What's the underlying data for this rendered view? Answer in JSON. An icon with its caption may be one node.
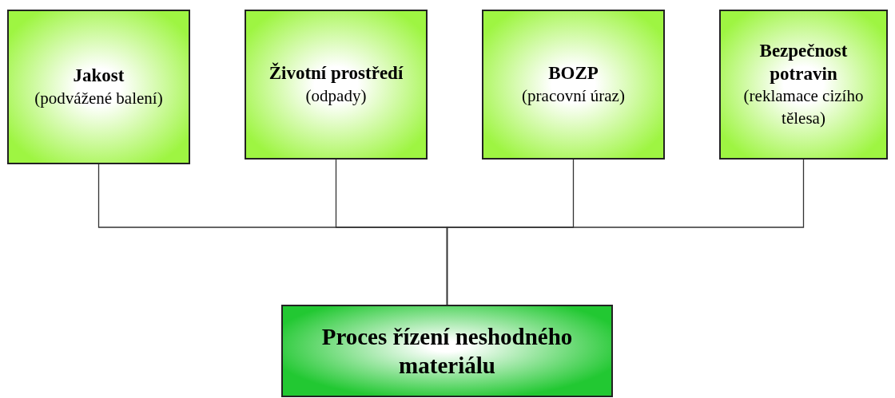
{
  "diagram": {
    "nodes": [
      {
        "text": [
          "Jakost",
          "(podvážené balení)"
        ]
      },
      {
        "text": [
          "Životní prostředí",
          "(odpady)"
        ]
      },
      {
        "text": [
          "BOZP",
          "(pracovní úraz)"
        ]
      },
      {
        "text": [
          "Bezpečnost potravin",
          "(reklamace cizího tělesa)"
        ]
      },
      {
        "text": [
          "Proces řízení neshodného materiálu"
        ]
      }
    ],
    "edges": [
      {
        "from": 0,
        "to": 4,
        "arrow": "none"
      },
      {
        "from": 1,
        "to": 4,
        "arrow": "none"
      },
      {
        "from": 2,
        "to": 4,
        "arrow": "none"
      },
      {
        "from": 3,
        "to": 4,
        "arrow": "none"
      }
    ]
  }
}
